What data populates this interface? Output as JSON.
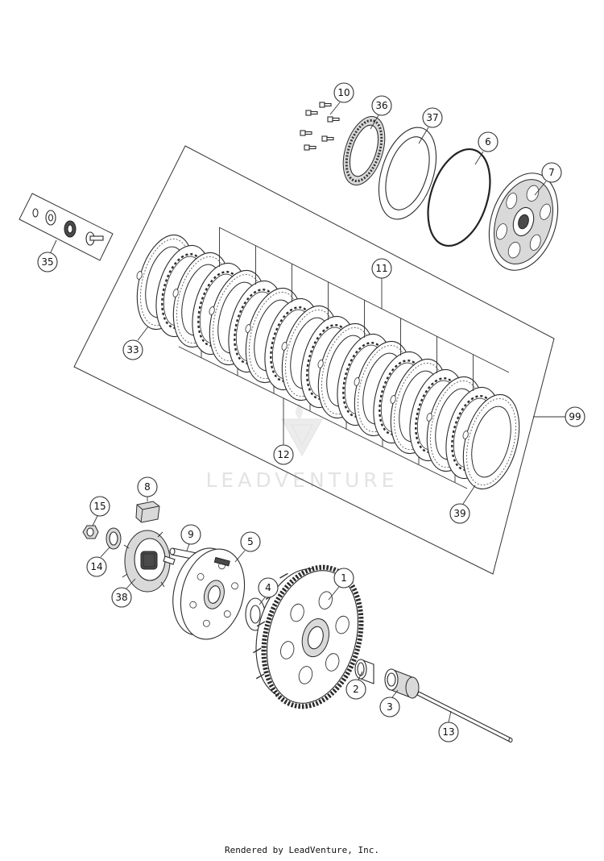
{
  "callouts": [
    "10",
    "36",
    "37",
    "6",
    "7",
    "35",
    "11",
    "33",
    "99",
    "12",
    "39",
    "8",
    "15",
    "9",
    "5",
    "14",
    "38",
    "4",
    "1",
    "2",
    "3",
    "13"
  ],
  "watermark": "LEADVENTURE",
  "footer": "Rendered by LeadVenture, Inc."
}
